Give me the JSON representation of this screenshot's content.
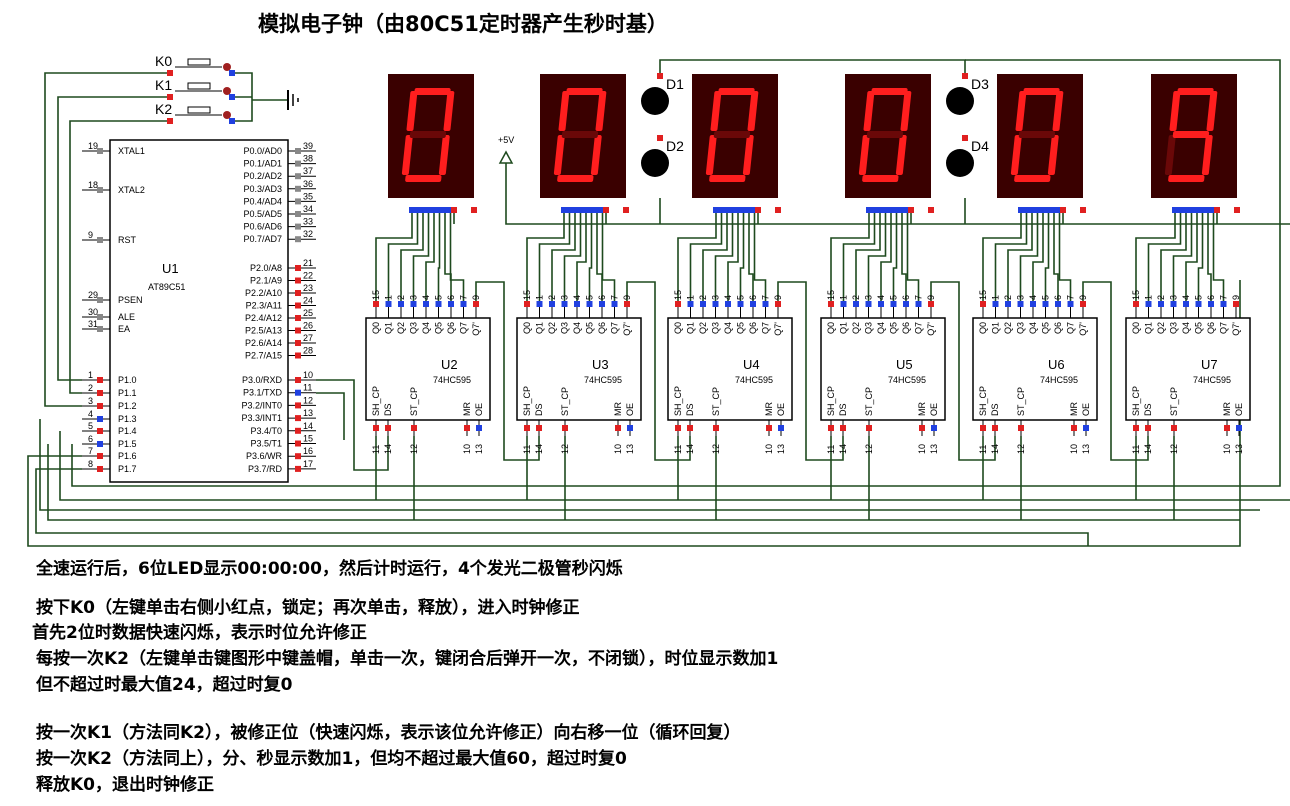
{
  "title": "模拟电子钟（由80C51定时器产生秒时基）",
  "mcu": {
    "ref": "U1",
    "part": "AT89C51",
    "left_pins": [
      {
        "num": "19",
        "name": "XTAL1"
      },
      {
        "num": "18",
        "name": "XTAL2"
      },
      {
        "num": "9",
        "name": "RST"
      },
      {
        "num": "29",
        "name": "PSEN"
      },
      {
        "num": "30",
        "name": "ALE"
      },
      {
        "num": "31",
        "name": "EA"
      },
      {
        "num": "1",
        "name": "P1.0"
      },
      {
        "num": "2",
        "name": "P1.1"
      },
      {
        "num": "3",
        "name": "P1.2"
      },
      {
        "num": "4",
        "name": "P1.3"
      },
      {
        "num": "5",
        "name": "P1.4"
      },
      {
        "num": "6",
        "name": "P1.5"
      },
      {
        "num": "7",
        "name": "P1.6"
      },
      {
        "num": "8",
        "name": "P1.7"
      }
    ],
    "right_pins": [
      {
        "num": "39",
        "name": "P0.0/AD0"
      },
      {
        "num": "38",
        "name": "P0.1/AD1"
      },
      {
        "num": "37",
        "name": "P0.2/AD2"
      },
      {
        "num": "36",
        "name": "P0.3/AD3"
      },
      {
        "num": "35",
        "name": "P0.4/AD4"
      },
      {
        "num": "34",
        "name": "P0.5/AD5"
      },
      {
        "num": "33",
        "name": "P0.6/AD6"
      },
      {
        "num": "32",
        "name": "P0.7/AD7"
      },
      {
        "num": "21",
        "name": "P2.0/A8"
      },
      {
        "num": "22",
        "name": "P2.1/A9"
      },
      {
        "num": "23",
        "name": "P2.2/A10"
      },
      {
        "num": "24",
        "name": "P2.3/A11"
      },
      {
        "num": "25",
        "name": "P2.4/A12"
      },
      {
        "num": "26",
        "name": "P2.5/A13"
      },
      {
        "num": "27",
        "name": "P2.6/A14"
      },
      {
        "num": "28",
        "name": "P2.7/A15"
      },
      {
        "num": "10",
        "name": "P3.0/RXD"
      },
      {
        "num": "11",
        "name": "P3.1/TXD"
      },
      {
        "num": "12",
        "name": "P3.2/INT0"
      },
      {
        "num": "13",
        "name": "P3.3/INT1"
      },
      {
        "num": "14",
        "name": "P3.4/T0"
      },
      {
        "num": "15",
        "name": "P3.5/T1"
      },
      {
        "num": "16",
        "name": "P3.6/WR"
      },
      {
        "num": "17",
        "name": "P3.7/RD"
      }
    ]
  },
  "buttons": [
    "K0",
    "K1",
    "K2"
  ],
  "supply_label": "+5V",
  "leds": [
    "D1",
    "D2",
    "D3",
    "D4"
  ],
  "display_digits": [
    "0",
    "0",
    "0",
    "0",
    "0",
    "9"
  ],
  "shift_registers": {
    "refs": [
      "U2",
      "U3",
      "U4",
      "U5",
      "U6",
      "U7"
    ],
    "part": "74HC595",
    "top_pins": [
      {
        "num": "15",
        "name": "Q0"
      },
      {
        "num": "1",
        "name": "Q1"
      },
      {
        "num": "2",
        "name": "Q2"
      },
      {
        "num": "3",
        "name": "Q3"
      },
      {
        "num": "4",
        "name": "Q4"
      },
      {
        "num": "5",
        "name": "Q5"
      },
      {
        "num": "6",
        "name": "Q6"
      },
      {
        "num": "7",
        "name": "Q7"
      },
      {
        "num": "9",
        "name": "Q7'"
      }
    ],
    "bottom_pins": [
      {
        "num": "11",
        "name": "SH_CP"
      },
      {
        "num": "14",
        "name": "DS"
      },
      {
        "num": "12",
        "name": "ST_CP"
      },
      {
        "num": "10",
        "name": "MR"
      },
      {
        "num": "13",
        "name": "OE"
      }
    ]
  },
  "notes": [
    "全速运行后，6位LED显示00:00:00，然后计时运行，4个发光二极管秒闪烁",
    " 按下K0（左键单击右侧小红点，锁定；再次单击，释放），进入时钟修正",
    "首先2位时数据快速闪烁，表示时位允许修正",
    " 每按一次K2（左键单击键图形中键盖帽，单击一次，键闭合后弹开一次，不闭锁），时位显示数加1",
    "但不超过时最大值24，超过时复0",
    " 按一次K1（方法同K2），被修正位（快速闪烁，表示该位允许修正）向右移一位（循环回复）",
    "  按一次K2（方法同上），分、秒显示数加1，但均不超过最大值60，超过时复0",
    "释放K0，退出时钟修正"
  ],
  "colors": {
    "wire": "#1e4a1e",
    "display_bg": "#3a0000",
    "segment_on": "#ff1e1e",
    "segment_off": "#6a0808",
    "pin_red": "#e02020",
    "pin_blue": "#2040e0",
    "chip_outline": "#000000"
  }
}
